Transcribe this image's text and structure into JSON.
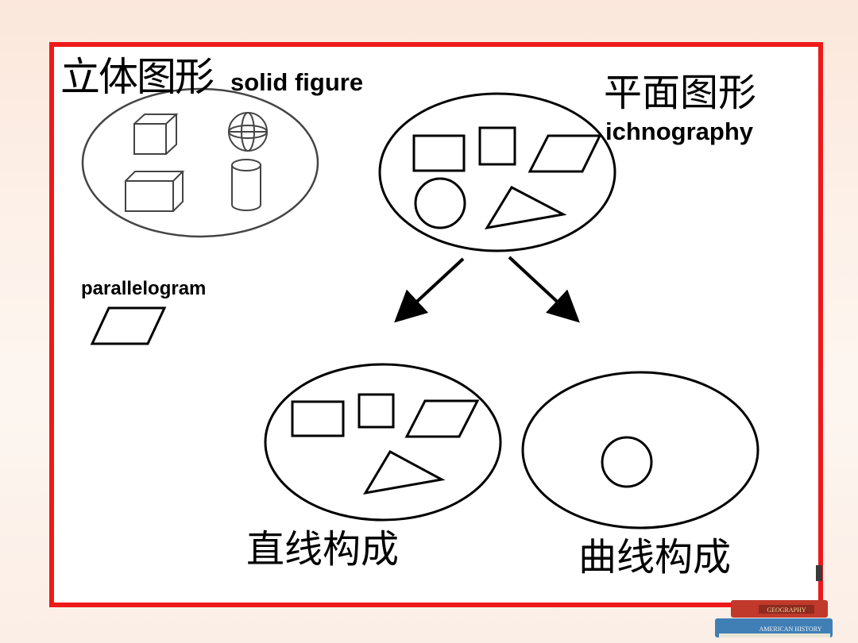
{
  "labels": {
    "solid_cn": "立体图形",
    "solid_en": "solid figure",
    "plane_cn": "平面图形",
    "plane_en": "ichnography",
    "parallelogram_en": "parallelogram",
    "straight_cn": "直线构成",
    "curve_cn": "曲线构成"
  },
  "decorations": {
    "book_top_text": "GEOGRAPHY",
    "book_bottom_text": "AMERICAN HISTORY"
  },
  "colors": {
    "frame_border": "#ee1a1a",
    "background": "#fbe7db",
    "book_red": "#c0392b",
    "book_blue": "#3f7fb5"
  }
}
